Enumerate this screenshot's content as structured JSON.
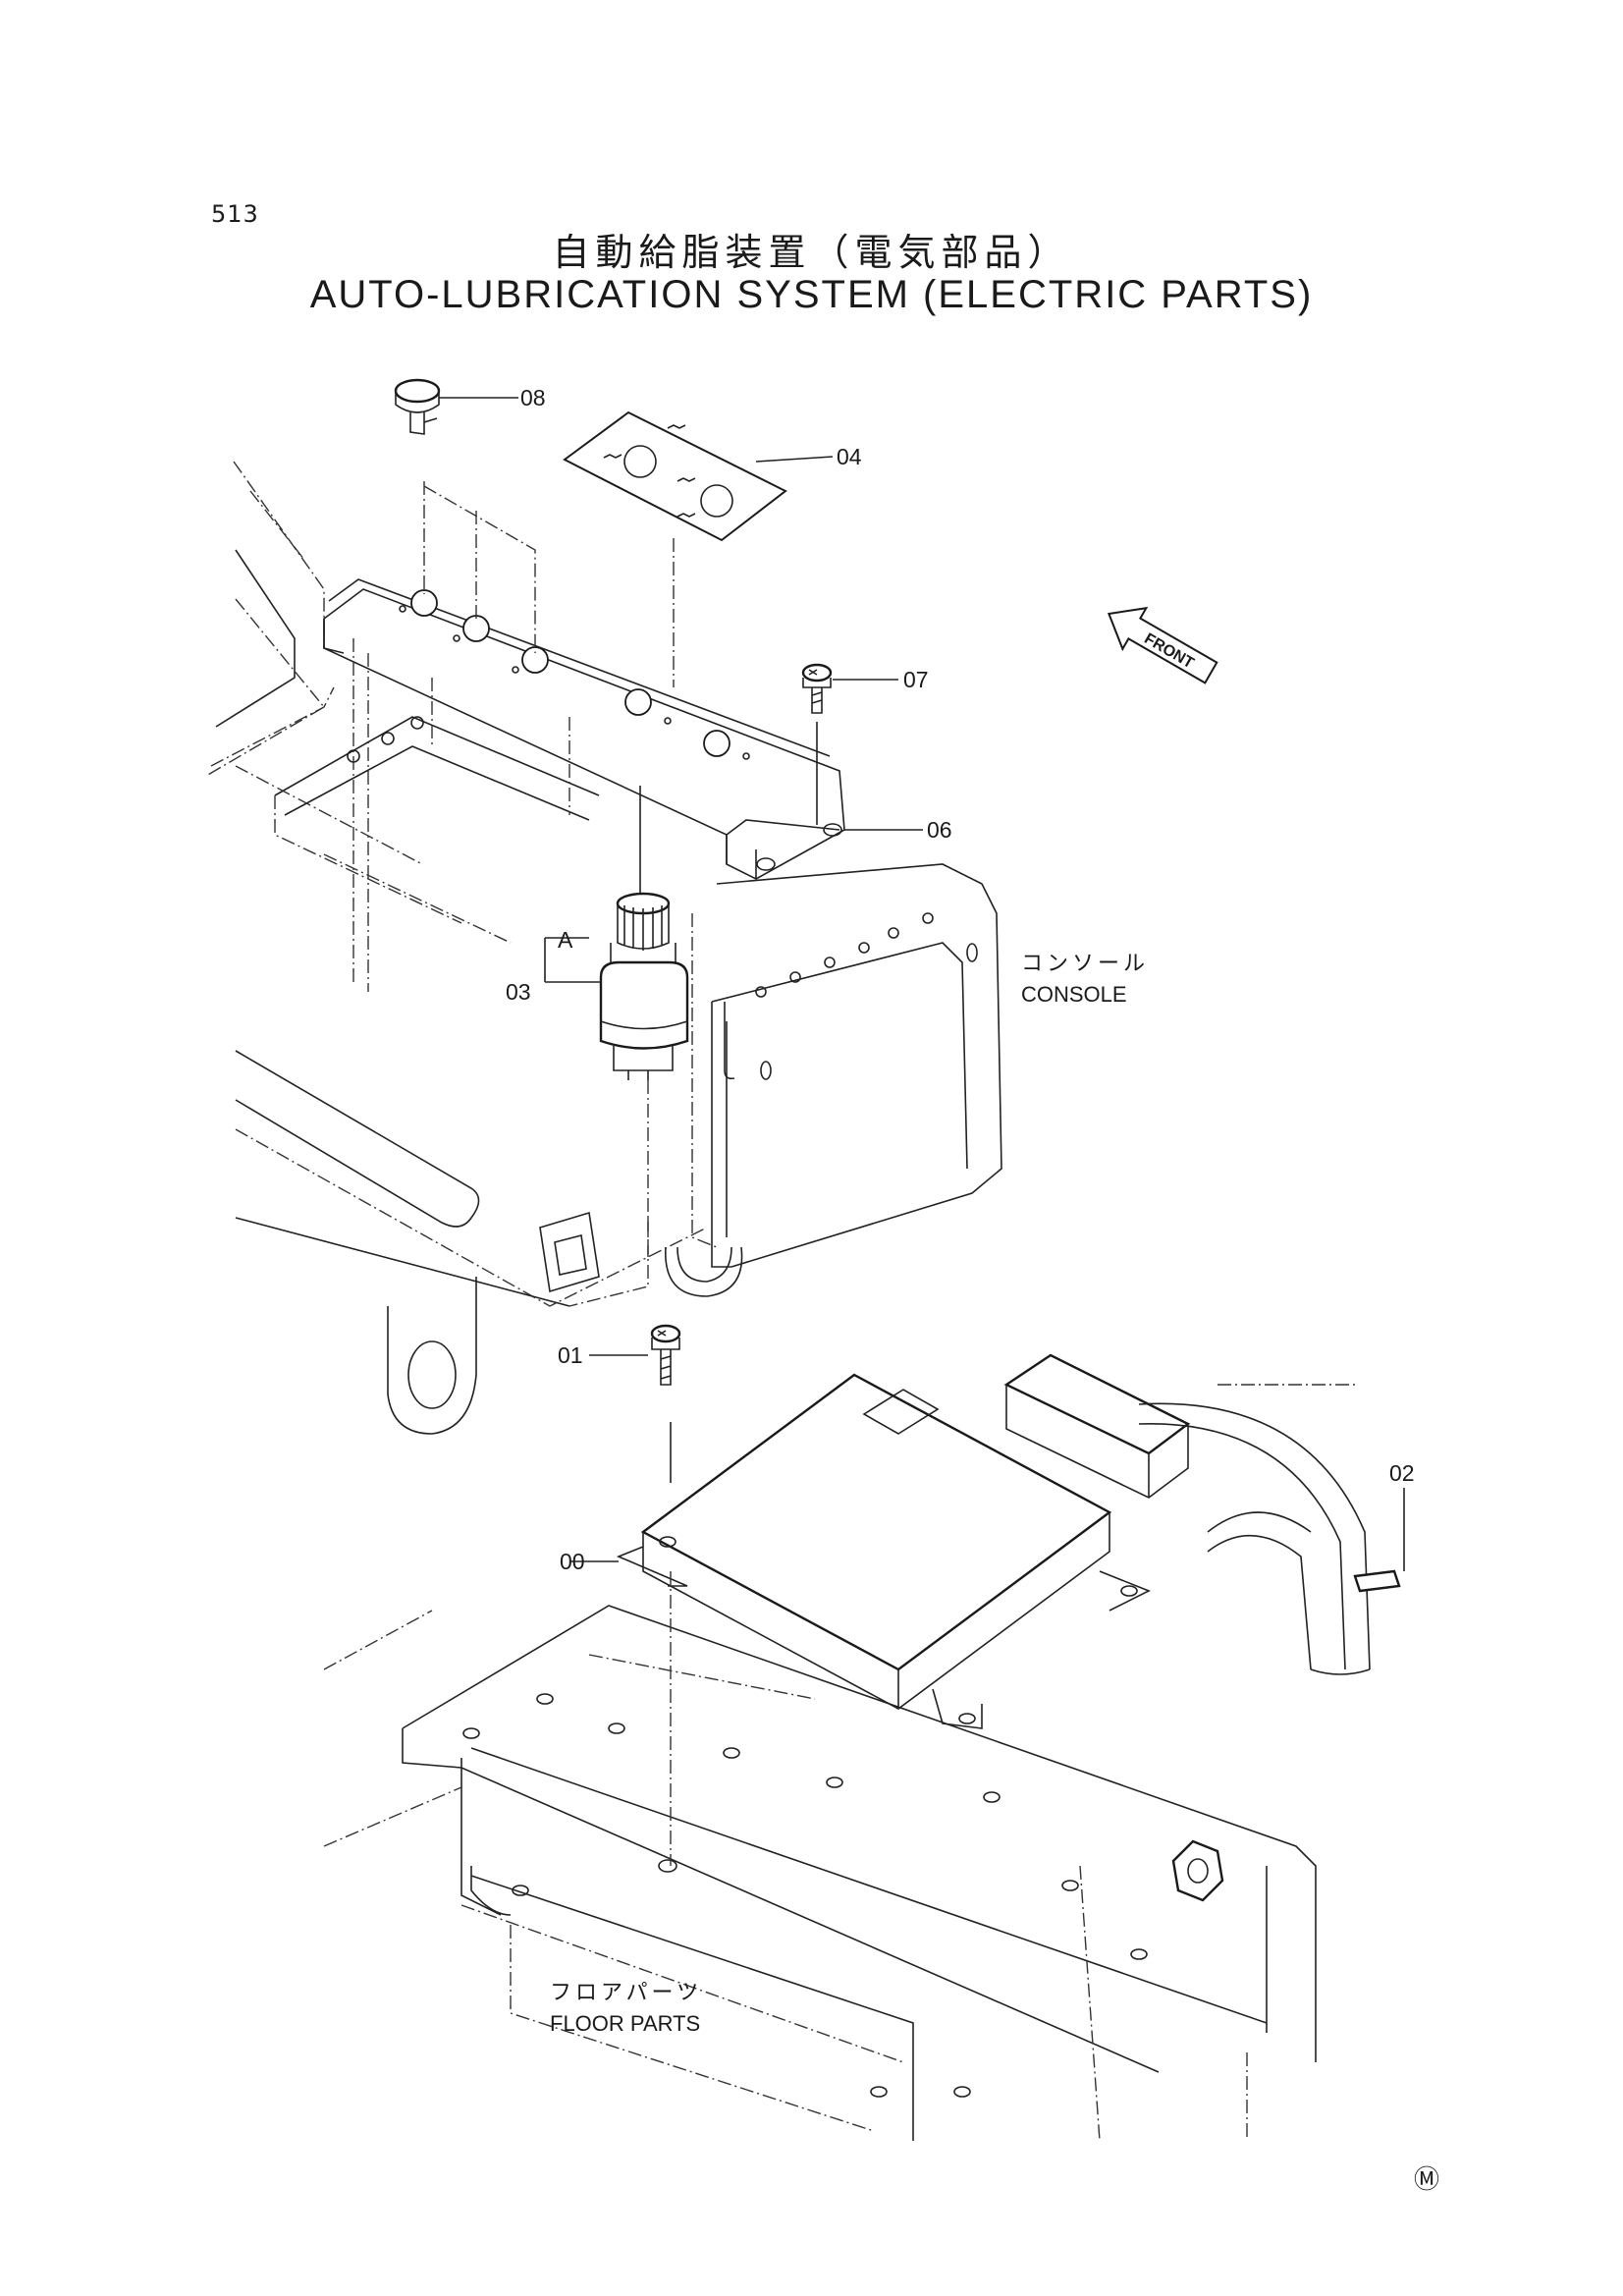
{
  "page_number": "513",
  "title_ja": "自動給脂装置（電気部品）",
  "title_en": "AUTO-LUBRICATION SYSTEM (ELECTRIC PARTS)",
  "callouts": {
    "p08": "08",
    "p04": "04",
    "p07": "07",
    "p06": "06",
    "p03": "03",
    "pA": "A",
    "p01": "01",
    "p02": "02",
    "p00": "00"
  },
  "labels": {
    "console_ja": "コンソール",
    "console_en": "CONSOLE",
    "floor_ja": "フロアパーツ",
    "floor_en": "FLOOR PARTS",
    "front_arrow": "FRONT",
    "corner_mark": "Ⓜ"
  }
}
